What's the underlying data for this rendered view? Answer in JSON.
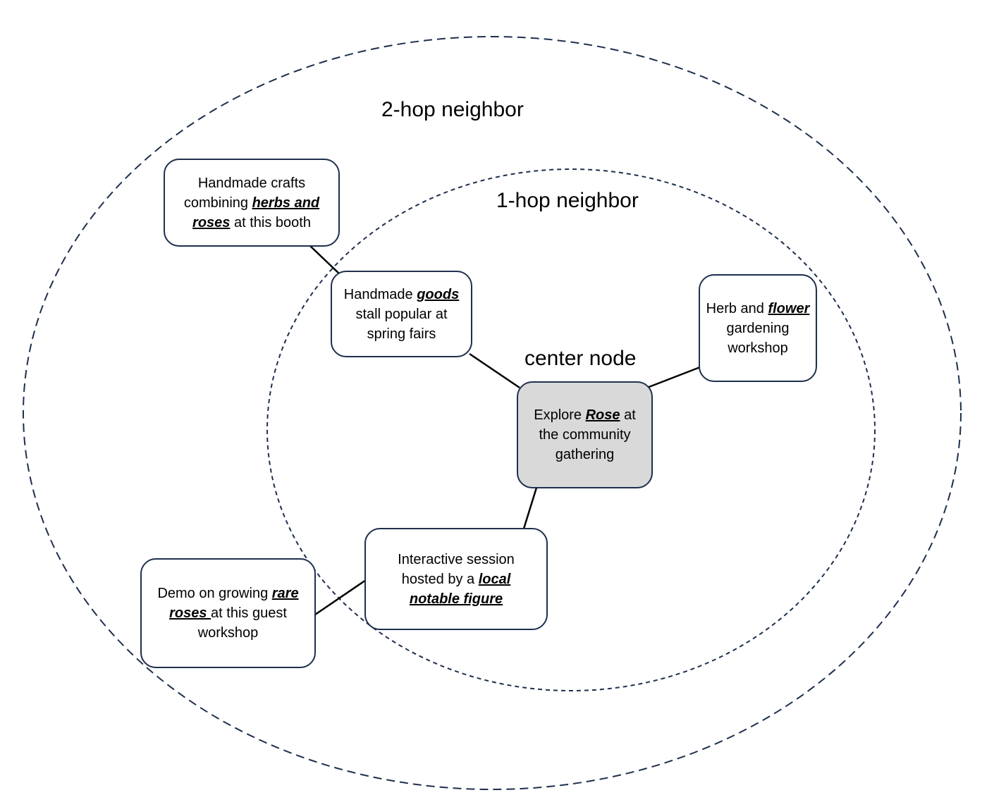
{
  "labels": {
    "two_hop": "2-hop neighbor",
    "one_hop": "1-hop neighbor",
    "center": "center node"
  },
  "nodes": {
    "center": {
      "pre": "Explore ",
      "kw": "Rose",
      "post": " at the community gathering"
    },
    "goods": {
      "pre": "Handmade ",
      "kw": "goods",
      "post": " stall popular at spring fairs"
    },
    "flower": {
      "pre": "Herb and ",
      "kw": "flower",
      "post": " gardening workshop"
    },
    "session": {
      "pre": "Interactive session hosted by a ",
      "kw": "local notable figure",
      "post": ""
    },
    "crafts": {
      "pre": "Handmade crafts combining ",
      "kw": "herbs and roses",
      "post": " at this booth"
    },
    "demo": {
      "pre": "Demo on growing ",
      "kw": "rare roses ",
      "post": "at this guest workshop"
    }
  },
  "colors": {
    "border": "#1f2f4d",
    "center_fill": "#d9d9d9",
    "edge": "#000000"
  }
}
